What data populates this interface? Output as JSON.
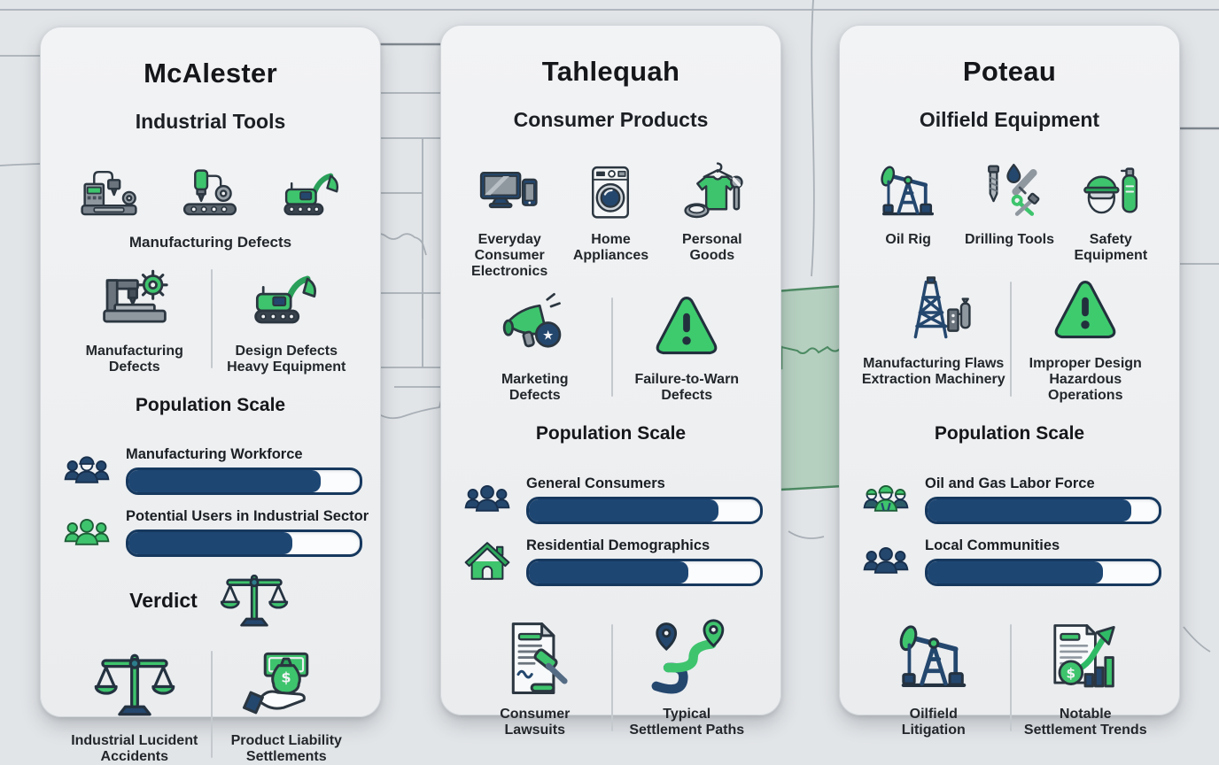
{
  "colors": {
    "accent_green": "#3ec46d",
    "navy": "#24476e",
    "bar_fill": "#1d4673",
    "card_background": "#eff1f3",
    "map_highlight": "#7ab289"
  },
  "cards": [
    {
      "city": "McAlester",
      "category": "Industrial Tools",
      "products_shared": {
        "icons": [
          "cnc-machine-icon",
          "drill-press-icon",
          "excavator-icon"
        ],
        "label": "Manufacturing Defects"
      },
      "defects": [
        {
          "icon": "milling-machine-icon",
          "label": "Manufacturing\nDefects"
        },
        {
          "icon": "excavator-icon",
          "label": "Design Defects\nHeavy Equipment"
        }
      ],
      "population": {
        "title": "Population Scale",
        "rows": [
          {
            "icon": "manufacturing-workers-icon",
            "label": "Manufacturing Workforce",
            "percent": 83
          },
          {
            "icon": "industrial-users-icon",
            "label": "Potential Users in Industrial Sector",
            "percent": 71
          }
        ]
      },
      "verdict_label": "Verdict",
      "verdict_icon": "justice-scale-icon",
      "bottom": [
        {
          "icon": "justice-scale-icon",
          "label": "Industrial Lucident\nAccidents"
        },
        {
          "icon": "settlement-money-icon",
          "label": "Product Liability\nSettlements"
        }
      ]
    },
    {
      "city": "Tahlequah",
      "category": "Consumer Products",
      "products": [
        {
          "icon": "consumer-electronics-icon",
          "label": "Everyday\nConsumer\nElectronics"
        },
        {
          "icon": "washing-machine-icon",
          "label": "Home Appliances"
        },
        {
          "icon": "personal-goods-icon",
          "label": "Personal\nGoods"
        }
      ],
      "defects": [
        {
          "icon": "megaphone-icon",
          "label": "Marketing\nDefects"
        },
        {
          "icon": "warning-triangle-icon",
          "label": "Failure-to-Warn\nDefects"
        }
      ],
      "population": {
        "title": "Population Scale",
        "rows": [
          {
            "icon": "consumers-icon",
            "label": "General Consumers",
            "percent": 82
          },
          {
            "icon": "house-icon",
            "label": "Residential Demographics",
            "percent": 69
          }
        ]
      },
      "bottom": [
        {
          "icon": "lawsuit-document-icon",
          "label": "Consumer\nLawsuits"
        },
        {
          "icon": "settlement-path-icon",
          "label": "Typical\nSettlement Paths"
        }
      ]
    },
    {
      "city": "Poteau",
      "category": "Oilfield Equipment",
      "products": [
        {
          "icon": "pumpjack-icon",
          "label": "Oil Rig"
        },
        {
          "icon": "drilling-tools-icon",
          "label": "Drilling Tools"
        },
        {
          "icon": "safety-equipment-icon",
          "label": "Safety\nEquipment"
        }
      ],
      "defects": [
        {
          "icon": "derrick-icon",
          "label": "Manufacturing Flaws\nExtraction Machinery"
        },
        {
          "icon": "warning-triangle-icon",
          "label": "Improper Design\nHazardous Operations"
        }
      ],
      "population": {
        "title": "Population Scale",
        "rows": [
          {
            "icon": "oil-workers-icon",
            "label": "Oil and Gas Labor Force",
            "percent": 88
          },
          {
            "icon": "community-icon",
            "label": "Local Communities",
            "percent": 76
          }
        ]
      },
      "bottom": [
        {
          "icon": "oilfield-litigation-icon",
          "label": "Oilfield\nLitigation"
        },
        {
          "icon": "settlement-trends-icon",
          "label": "Notable\nSettlement Trends"
        }
      ]
    }
  ]
}
